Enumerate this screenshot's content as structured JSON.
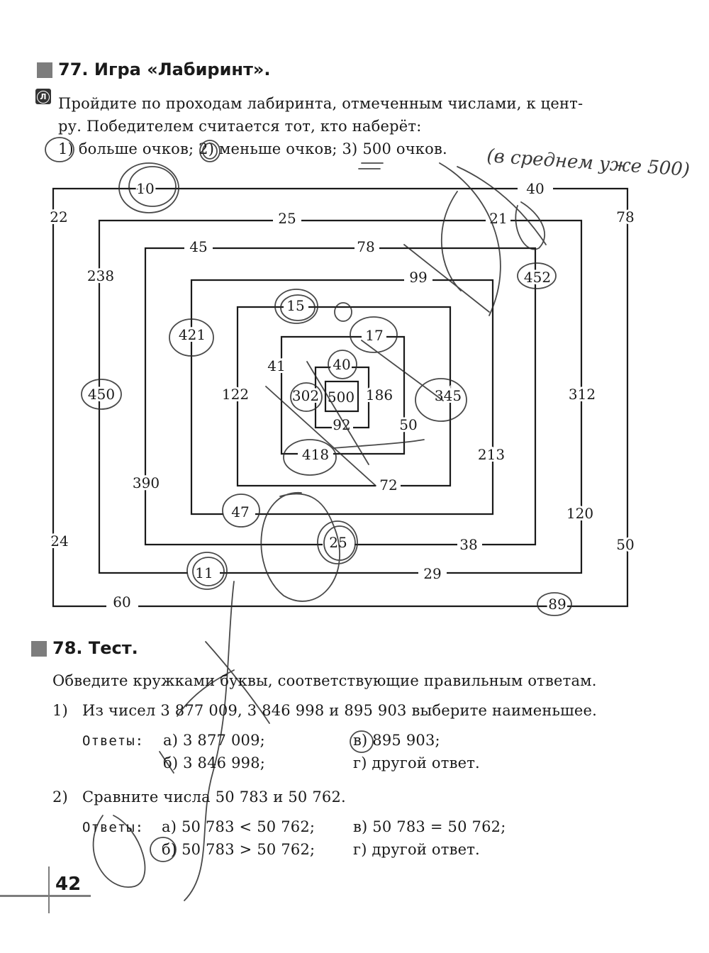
{
  "task77": {
    "title": "77. Игра «Лабиринт».",
    "marker": "Л",
    "line1": "Пройдите по проходам лабиринта, отмеченным числами, к цент-",
    "line2": "ру. Победителем считается тот, кто наберёт:",
    "line3": "1) больше очков; 2) меньше очков; 3) 500 очков.",
    "handwriting": "(в среднем уже 500)",
    "center": "500",
    "labels": [
      "10",
      "40",
      "22",
      "25",
      "21",
      "78",
      "45",
      "78",
      "238",
      "452",
      "99",
      "15",
      "421",
      "17",
      "41",
      "40",
      "450",
      "122",
      "302",
      "186",
      "345",
      "312",
      "92",
      "50",
      "418",
      "213",
      "390",
      "72",
      "120",
      "47",
      "24",
      "25",
      "38",
      "50",
      "11",
      "29",
      "60",
      "89"
    ]
  },
  "task78": {
    "title": "78. Тест.",
    "intro": "Обведите кружками буквы, соответствующие правильным ответам.",
    "q1": {
      "num": "1)",
      "text": "Из чисел 3 877 009, 3 846 998 и 895 903 выберите наименьшее.",
      "answers_label": "Ответы:",
      "a": "а) 3 877 009;",
      "b": "б) 3 846 998;",
      "v": "в) 895 903;",
      "g": "г) другой ответ."
    },
    "q2": {
      "num": "2)",
      "text": "Сравните числа 50 783 и 50 762.",
      "answers_label": "Ответы:",
      "a": "а) 50 783 < 50 762;",
      "b": "б) 50 783 > 50 762;",
      "v": "в) 50 783 = 50 762;",
      "g": "г) другой ответ."
    }
  },
  "page_number": "42"
}
